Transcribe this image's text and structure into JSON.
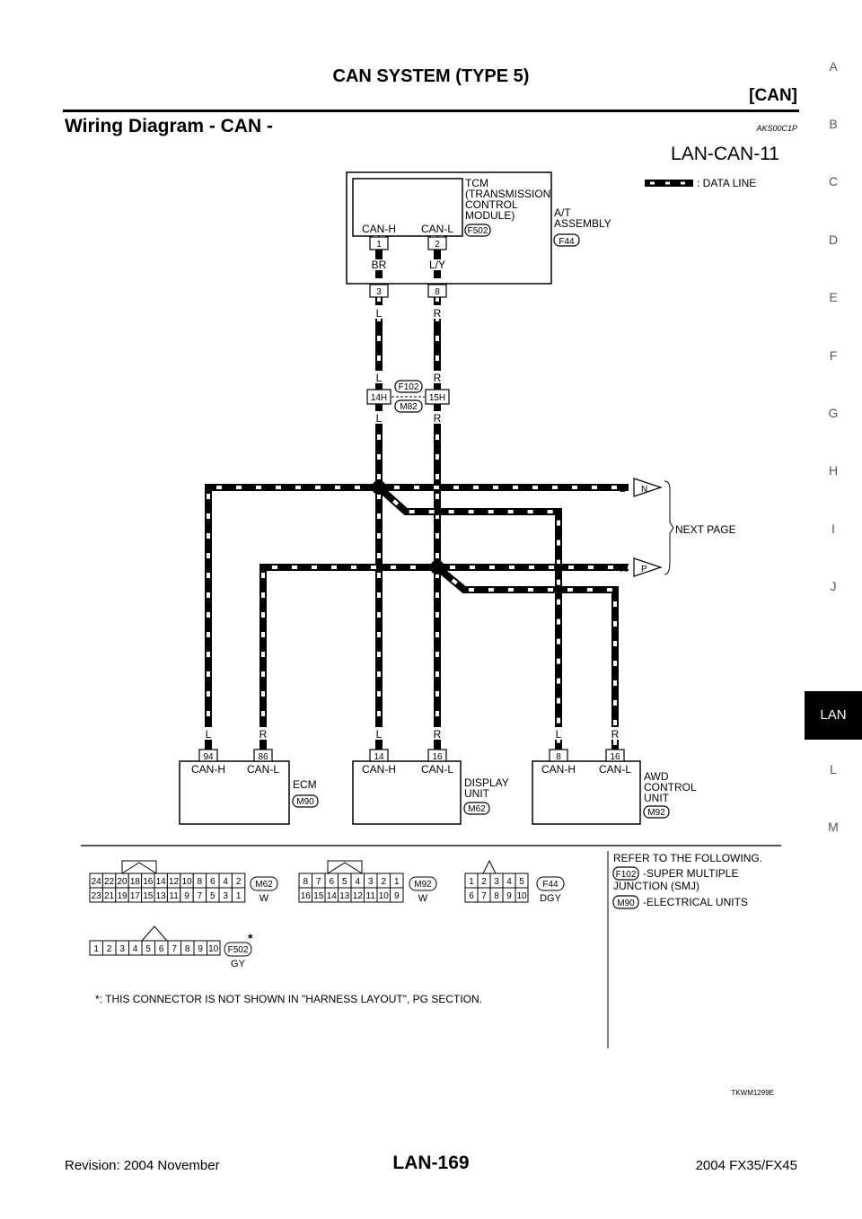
{
  "header": {
    "title": "CAN SYSTEM (TYPE 5)",
    "section": "[CAN]"
  },
  "section": {
    "title": "Wiring Diagram - CAN -",
    "code": "AKS00C1P"
  },
  "side_tabs": [
    "A",
    "B",
    "C",
    "D",
    "E",
    "F",
    "G",
    "H",
    "I",
    "J",
    "LAN",
    "L",
    "M"
  ],
  "active_tab": "LAN",
  "diagram": {
    "id": "LAN-CAN-11",
    "legend": ": DATA LINE",
    "tcm": {
      "lines": [
        "TCM",
        "(TRANSMISSION",
        " CONTROL",
        " MODULE)"
      ],
      "pin1_label": "CAN-H",
      "pin2_label": "CAN-L",
      "pin1": "1",
      "pin2": "2",
      "connector": "F502",
      "wire1": "BR",
      "wire2": "L/Y"
    },
    "at_assembly": {
      "lines": [
        "A/T",
        "ASSEMBLY"
      ],
      "connector": "F44",
      "pin1": "3",
      "pin2": "8"
    },
    "wires": {
      "l": "L",
      "r": "R"
    },
    "junction": {
      "pin1": "14H",
      "pin2": "15H",
      "top": "F102",
      "bottom": "M82"
    },
    "next_page": {
      "label": "NEXT PAGE",
      "n": "N",
      "p": "P"
    },
    "ecm": {
      "name": "ECM",
      "connector": "M90",
      "pin_h": "94",
      "pin_l": "86"
    },
    "display": {
      "lines": [
        "DISPLAY",
        "UNIT"
      ],
      "connector": "M62",
      "pin_h": "14",
      "pin_l": "16"
    },
    "awd": {
      "lines": [
        "AWD",
        "CONTROL",
        "UNIT"
      ],
      "connector": "M92",
      "pin_h": "8",
      "pin_l": "16"
    },
    "can_h": "CAN-H",
    "can_l": "CAN-L"
  },
  "connectors": {
    "m62": {
      "name": "M62",
      "color": "W",
      "top": [
        "24",
        "22",
        "20",
        "18",
        "16",
        "14",
        "12",
        "10",
        "8",
        "6",
        "4",
        "2"
      ],
      "bottom": [
        "23",
        "21",
        "19",
        "17",
        "15",
        "13",
        "11",
        "9",
        "7",
        "5",
        "3",
        "1"
      ]
    },
    "m92": {
      "name": "M92",
      "color": "W",
      "top": [
        "8",
        "7",
        "6",
        "5",
        "4",
        "3",
        "2",
        "1"
      ],
      "bottom": [
        "16",
        "15",
        "14",
        "13",
        "12",
        "11",
        "10",
        "9"
      ]
    },
    "f44": {
      "name": "F44",
      "color": "DGY",
      "top": [
        "1",
        "2",
        "3",
        "4",
        "5"
      ],
      "bottom": [
        "6",
        "7",
        "8",
        "9",
        "10"
      ]
    },
    "f502": {
      "name": "F502",
      "color": "GY",
      "pins": [
        "1",
        "2",
        "3",
        "4",
        "5",
        "6",
        "7",
        "8",
        "9",
        "10"
      ],
      "star": "*"
    }
  },
  "refer": {
    "title": "REFER TO THE FOLLOWING.",
    "items": [
      {
        "code": "F102",
        "lines": [
          "-SUPER MULTIPLE",
          "JUNCTION (SMJ)"
        ]
      },
      {
        "code": "M90",
        "lines": [
          "-ELECTRICAL UNITS"
        ]
      }
    ]
  },
  "note": "*: THIS CONNECTOR IS NOT SHOWN IN \"HARNESS LAYOUT\", PG SECTION.",
  "figure_code": "TKWM1299E",
  "footer": {
    "revision": "Revision: 2004 November",
    "page": "LAN-169",
    "model": "2004 FX35/FX45"
  }
}
